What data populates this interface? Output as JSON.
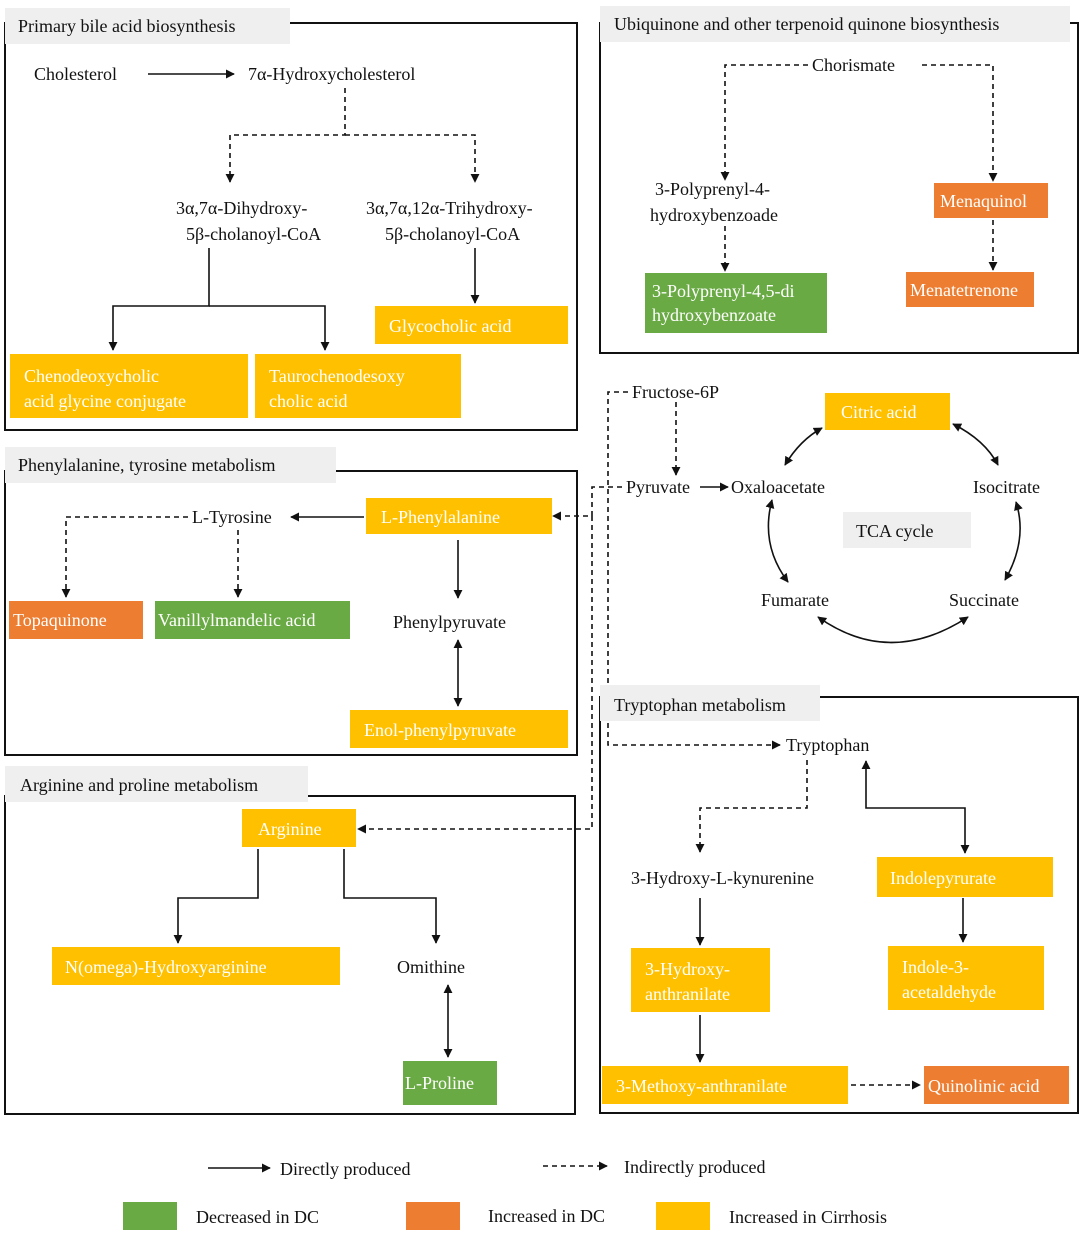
{
  "colors": {
    "green": "#6aaa45",
    "orange": "#ed7d31",
    "yellow": "#ffc000",
    "header_bg": "#efefef"
  },
  "panels": {
    "bile": {
      "title": "Primary bile acid biosynthesis",
      "cholesterol": "Cholesterol",
      "hydroxycholesterol": "7α-Hydroxycholesterol",
      "dihydroxy_1": "3α,7α-Dihydroxy-",
      "dihydroxy_2": "5β-cholanoyl-CoA",
      "trihydroxy_1": "3α,7α,12α-Trihydroxy-",
      "trihydroxy_2": "5β-cholanoyl-CoA",
      "glycocholic": "Glycocholic acid",
      "cheno_1": "Chenodeoxycholic",
      "cheno_2": "acid glycine conjugate",
      "tauro_1": "Taurochenodesoxy",
      "tauro_2": "cholic acid"
    },
    "ubiquinone": {
      "title": "Ubiquinone and other terpenoid quinone biosynthesis",
      "chorismate": "Chorismate",
      "polyprenyl_1": "3-Polyprenyl-4-",
      "polyprenyl_2": "hydroxybenzoade",
      "menaquinol": "Menaquinol",
      "dihydroxy_1": "3-Polyprenyl-4,5-di",
      "dihydroxy_2": "hydroxybenzoate",
      "menatetrenone": "Menatetrenone"
    },
    "tca": {
      "fructose": "Fructose-6P",
      "pyruvate": "Pyruvate",
      "oxaloacetate": "Oxaloacetate",
      "citric": "Citric acid",
      "isocitrate": "Isocitrate",
      "label": "TCA cycle",
      "fumarate": "Fumarate",
      "succinate": "Succinate"
    },
    "phe": {
      "title": "Phenylalanine, tyrosine metabolism",
      "tyrosine": "L-Tyrosine",
      "phenylalanine": "L-Phenylalanine",
      "topaquinone": "Topaquinone",
      "vanillylmandelic": "Vanillylmandelic acid",
      "phenylpyruvate": "Phenylpyruvate",
      "enol": "Enol-phenylpyruvate"
    },
    "arg": {
      "title": "Arginine and proline  metabolism",
      "arginine": "Arginine",
      "hydroxyarginine": "N(omega)-Hydroxyarginine",
      "omithine": "Omithine",
      "proline": "L-Proline"
    },
    "trp": {
      "title": "Tryptophan metabolism",
      "tryptophan": "Tryptophan",
      "kynurenine": "3-Hydroxy-L-kynurenine",
      "indolepyrurate": "Indolepyrurate",
      "anthranilate_1": "3-Hydroxy-",
      "anthranilate_2": "anthranilate",
      "indole_1": "Indole-3-",
      "indole_2": "acetaldehyde",
      "methoxy": "3-Methoxy-anthranilate",
      "quinolinic": "Quinolinic acid"
    }
  },
  "legend": {
    "direct": "Directly produced",
    "indirect": "Indirectly produced",
    "decreased_dc": "Decreased in DC",
    "increased_dc": "Increased in DC",
    "increased_cirrhosis": "Increased in Cirrhosis"
  }
}
